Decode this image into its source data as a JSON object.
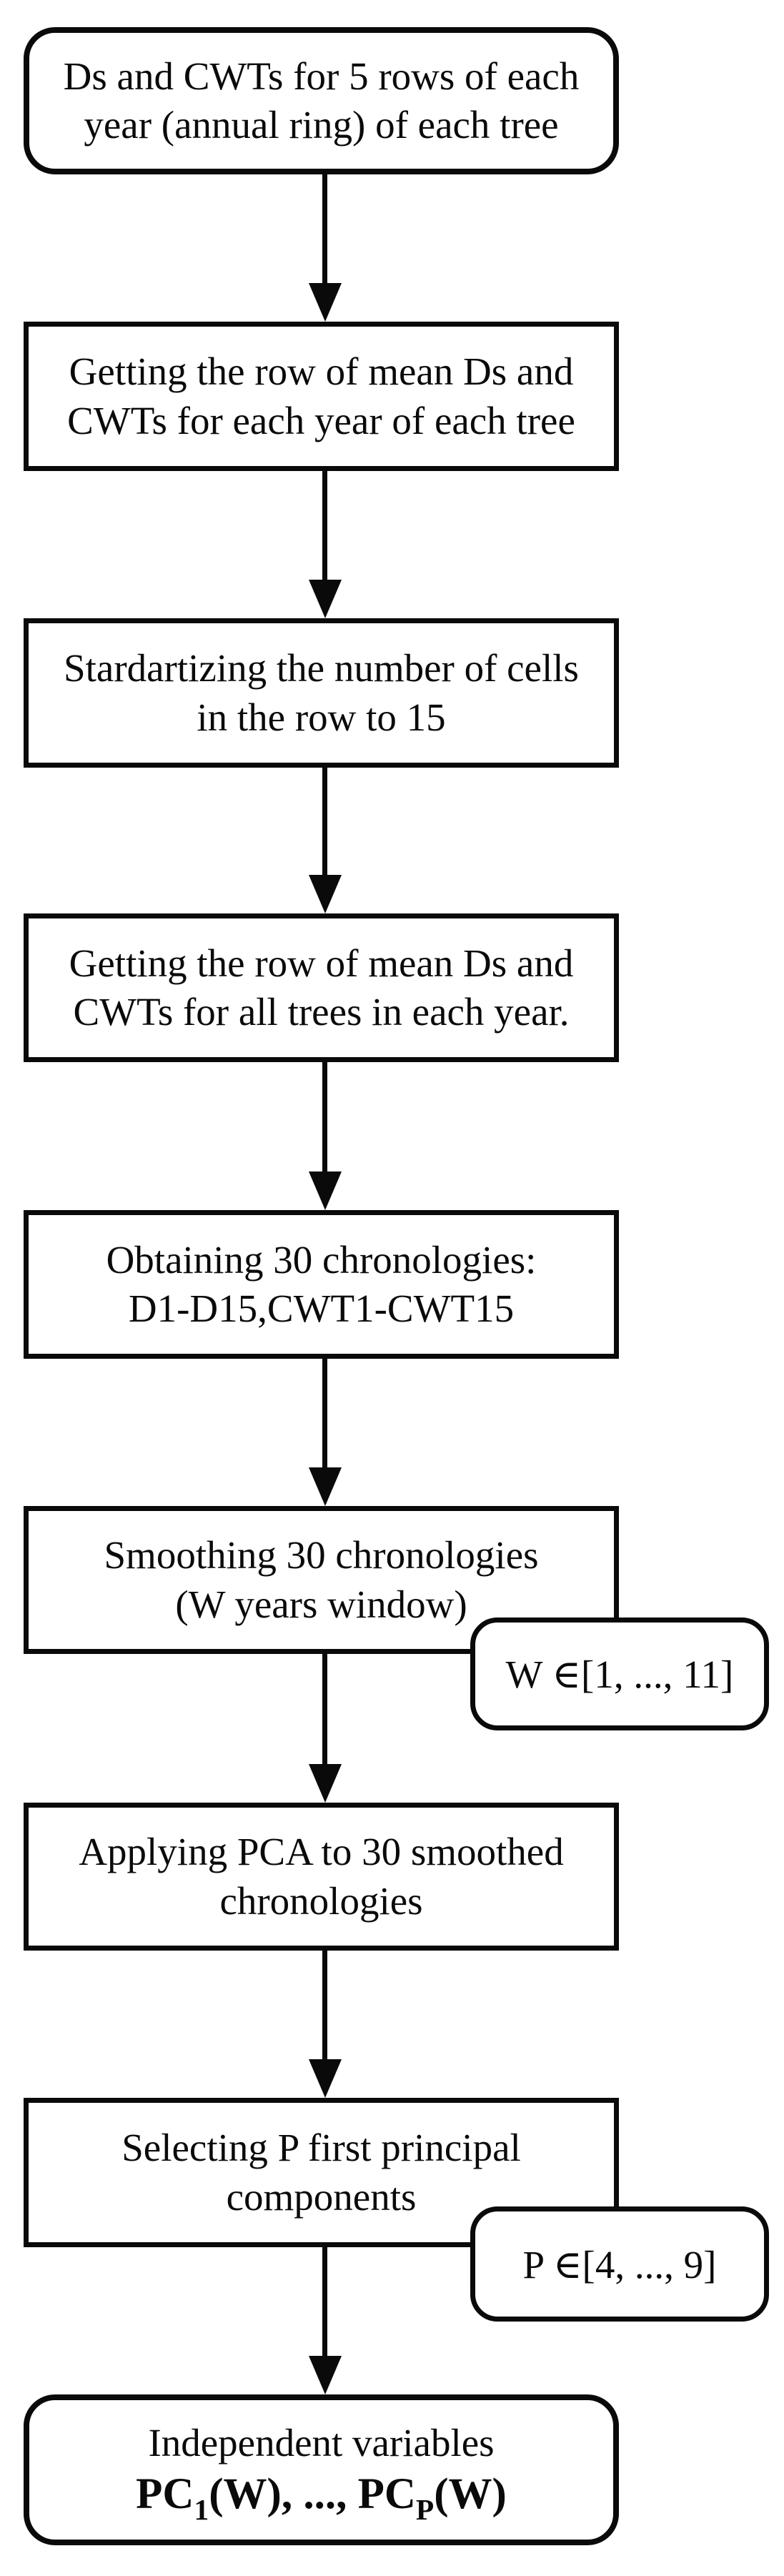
{
  "figure": {
    "type": "flowchart",
    "background_color": "#ffffff",
    "line_color": "#0a0a0a"
  },
  "nodes": [
    {
      "id": "input-data",
      "shape": "rounded",
      "lines": [
        "Ds and CWTs for 5 rows of each",
        "year (annual ring) of each tree"
      ]
    },
    {
      "id": "mean-row-per-tree",
      "shape": "rect",
      "lines": [
        "Getting the row of mean Ds and",
        "CWTs for each year of each tree"
      ]
    },
    {
      "id": "standardize-cells",
      "shape": "rect",
      "lines": [
        "Stardartizing the number of cells",
        "in the row to 15"
      ]
    },
    {
      "id": "mean-row-all-trees",
      "shape": "rect",
      "lines": [
        "Getting the row of mean Ds and",
        "CWTs for all trees in each year."
      ]
    },
    {
      "id": "obtain-chronologies",
      "shape": "rect",
      "lines": [
        "Obtaining 30 chronologies:",
        "D1-D15,CWT1-CWT15"
      ]
    },
    {
      "id": "smoothing",
      "shape": "rect",
      "lines": [
        "Smoothing 30 chronologies",
        "(W years window)"
      ]
    },
    {
      "id": "apply-pca",
      "shape": "rect",
      "lines": [
        "Applying PCA to 30 smoothed",
        "chronologies"
      ]
    },
    {
      "id": "select-components",
      "shape": "rect",
      "lines": [
        "Selecting P first principal",
        "components"
      ]
    },
    {
      "id": "output-variables",
      "shape": "rounded",
      "lines": [
        "Independent variables"
      ],
      "formula": {
        "pre": "PC",
        "sub1": "1",
        "mid": "(W), ..., PC",
        "sub2": "P",
        "post": "(W)"
      }
    }
  ],
  "notes": [
    {
      "id": "w-range",
      "text": "W ∈[1, ..., 11]"
    },
    {
      "id": "p-range",
      "text": "P ∈[4, ..., 9]"
    }
  ]
}
